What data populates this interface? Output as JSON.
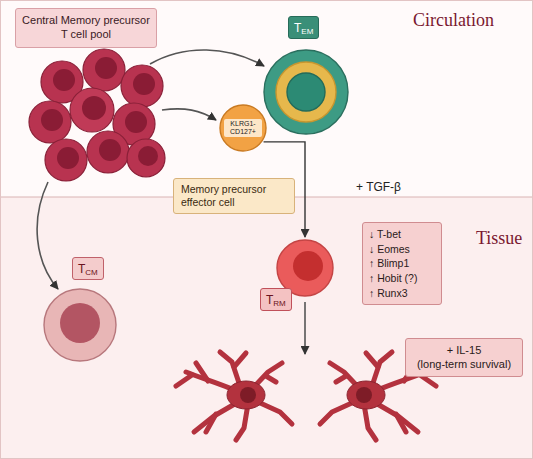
{
  "diagram": {
    "nodes": [
      {
        "text": [
          "Central Memory precursor T cell pool"
        ]
      },
      {
        "text": [
          "T",
          "EM"
        ]
      },
      {
        "text": [
          "KLRG1- CD127+"
        ]
      },
      {
        "text": [
          "Memory precursor effector cell"
        ]
      },
      {
        "text": [
          "T",
          "CM"
        ]
      },
      {
        "text": [
          "T",
          "RM"
        ]
      },
      {
        "text": [
          "↓ T-bet",
          "↓ Eomes",
          "↑ Blimp1",
          "↑ Hobit (?)",
          "↑ Runx3"
        ]
      },
      {
        "text": [
          "+ IL-15",
          "(long-term survival)"
        ]
      }
    ],
    "edges": [
      {
        "from": 2,
        "to": 5,
        "arrow": "to"
      }
    ],
    "labels": [
      "Circulation",
      "Tissue",
      "+ TGF-β"
    ]
  }
}
